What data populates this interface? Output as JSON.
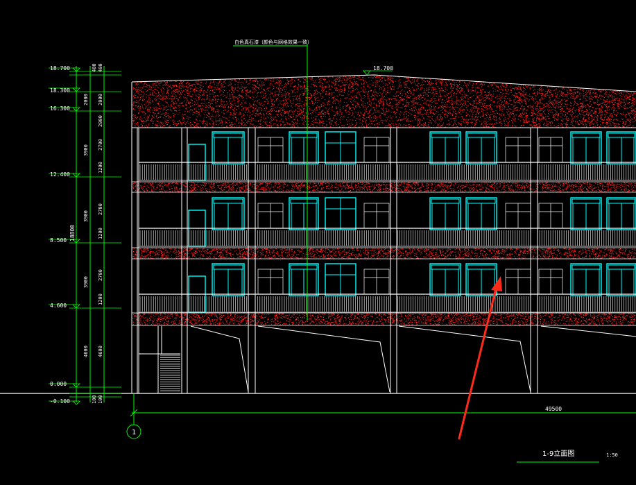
{
  "drawing": {
    "title": "1-9立面图",
    "scale": "1:50",
    "axis_label": "1",
    "total_dimension": "49500",
    "leader_note": "白色真石漆（颜色与网格效果一致）",
    "elevations": [
      {
        "label": "18.700",
        "level": 18.7
      },
      {
        "label": "18.300",
        "level": 18.3
      },
      {
        "label": "16.300",
        "level": 16.3
      },
      {
        "label": "12.400",
        "level": 12.4
      },
      {
        "label": "8.500",
        "level": 8.5
      },
      {
        "label": "4.600",
        "level": 4.6
      },
      {
        "label": "0.000",
        "level": 0.0
      },
      {
        "label": "-0.100",
        "level": -0.1
      }
    ],
    "roof_elevation": "18.700",
    "dim_chain_outer": [
      "2000",
      "3900",
      "3900",
      "3900",
      "4600"
    ],
    "dim_chain_inner": [
      "2000",
      "2000",
      "2700",
      "1200",
      "2700",
      "1200",
      "2700",
      "1200",
      "4600"
    ],
    "dim_total_vertical": "18800",
    "dim_small": [
      "400",
      "100"
    ],
    "colors": {
      "background": "#000000",
      "lines": "#ffffff",
      "dimensions": "#00ff00",
      "windows": "#00ffff",
      "hatch": "#ff2020",
      "annotation_arrow": "#ff2a1a"
    }
  }
}
